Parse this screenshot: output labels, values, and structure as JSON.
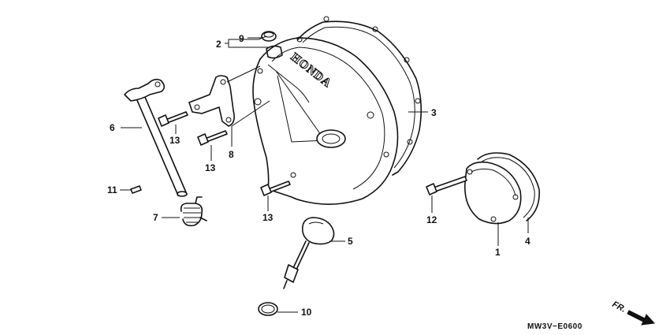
{
  "diagram": {
    "brand_text": "HONDA",
    "diagram_code": "MW3V−E0600",
    "direction_label": "FR.",
    "callouts": {
      "c1": "1",
      "c2": "2",
      "c3": "3",
      "c4": "4",
      "c5": "5",
      "c6": "6",
      "c7": "7",
      "c8": "8",
      "c9": "9",
      "c10": "10",
      "c11": "11",
      "c12": "12",
      "c13a": "13",
      "c13b": "13",
      "c13c": "13"
    }
  }
}
